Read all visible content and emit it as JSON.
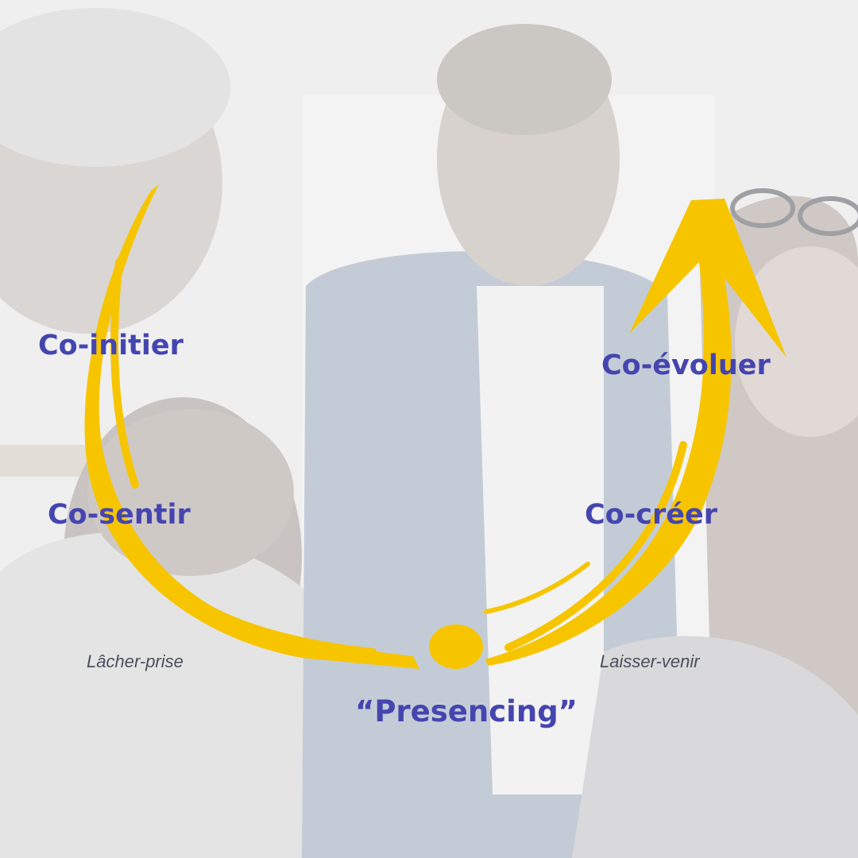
{
  "colors": {
    "accent": "#F7C500",
    "label": "#4545B0",
    "sublabel": "#4a4f5c",
    "background": "#efefef"
  },
  "labels": {
    "co_initier": "Co-initier",
    "co_sentir": "Co-sentir",
    "co_evoluer": "Co-évoluer",
    "co_creer": "Co-créer",
    "presencing": "“Presencing”"
  },
  "sublabels": {
    "lacher_prise": "Lâcher-prise",
    "laisser_venir": "Laisser-venir"
  }
}
